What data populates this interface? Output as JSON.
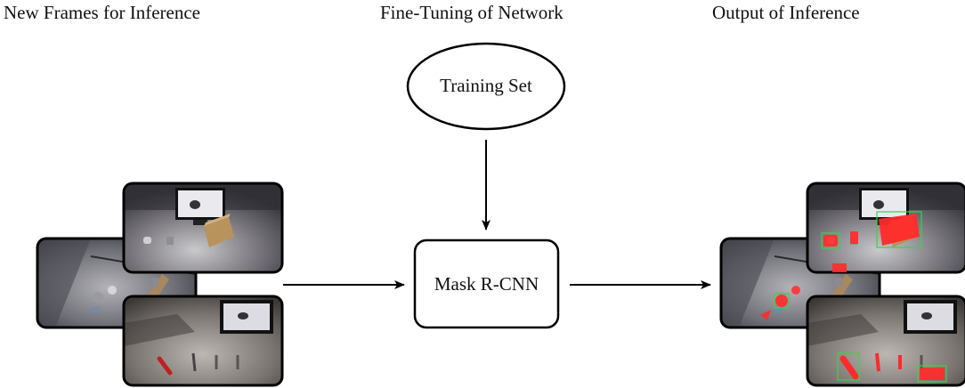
{
  "headings": {
    "new_frames": "New Frames for Inference",
    "fine_tuning": "Fine-Tuning of Network",
    "output": "Output of Inference"
  },
  "nodes": {
    "training_set": "Training Set",
    "mask_rcnn": "Mask R-CNN"
  },
  "colors": {
    "mask_overlay": "#ff2a2a",
    "bbox_outline": "#39d24a",
    "frame_border": "#000000"
  }
}
